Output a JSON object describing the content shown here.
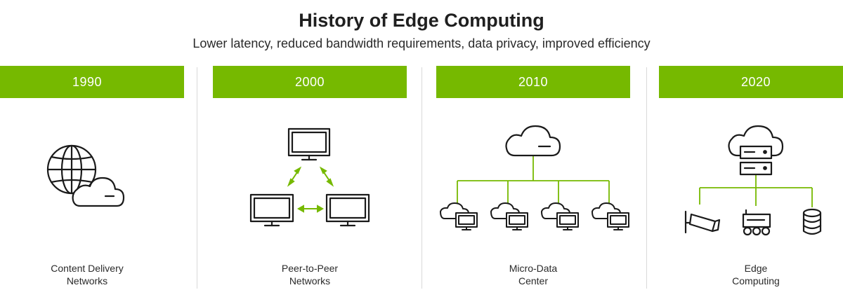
{
  "header": {
    "title": "History of Edge Computing",
    "subtitle": "Lower latency, reduced bandwidth requirements, data privacy, improved efficiency"
  },
  "accent_color": "#76b900",
  "eras": [
    {
      "year": "1990",
      "caption_line1": "Content Delivery",
      "caption_line2": "Networks",
      "icons": [
        "globe-icon",
        "cloud-icon"
      ]
    },
    {
      "year": "2000",
      "caption_line1": "Peer-to-Peer",
      "caption_line2": "Networks",
      "icons": [
        "monitor-icon",
        "bidirectional-arrow-icon"
      ]
    },
    {
      "year": "2010",
      "caption_line1": "Micro-Data",
      "caption_line2": "Center",
      "icons": [
        "cloud-icon",
        "cloud-monitor-icon"
      ]
    },
    {
      "year": "2020",
      "caption_line1": "Edge",
      "caption_line2": "Computing",
      "icons": [
        "cloud-server-icon",
        "security-camera-icon",
        "robot-cart-icon",
        "database-icon"
      ]
    }
  ]
}
